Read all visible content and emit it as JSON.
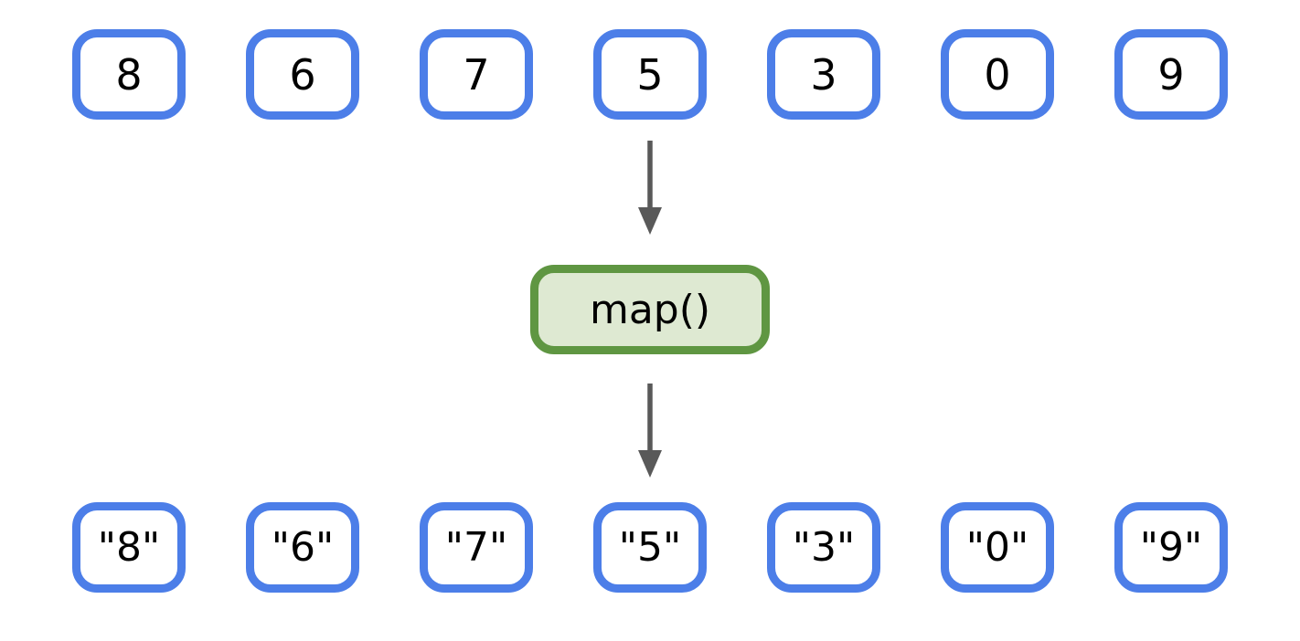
{
  "diagram": {
    "description": "map() transformation diagram",
    "input_row": [
      "8",
      "6",
      "7",
      "5",
      "3",
      "0",
      "9"
    ],
    "function_label": "map()",
    "output_row": [
      "\"8\"",
      "\"6\"",
      "\"7\"",
      "\"5\"",
      "\"3\"",
      "\"0\"",
      "\"9\""
    ],
    "icons": {
      "arrow_down": "down-arrow"
    },
    "colors": {
      "item_box_border": "#4C7EE8",
      "item_box_fill": "#FFFFFF",
      "function_box_border": "#5F9642",
      "function_box_fill": "#DEE9D2",
      "arrow": "#595959",
      "text": "#000000",
      "background": "#FFFFFF"
    }
  }
}
